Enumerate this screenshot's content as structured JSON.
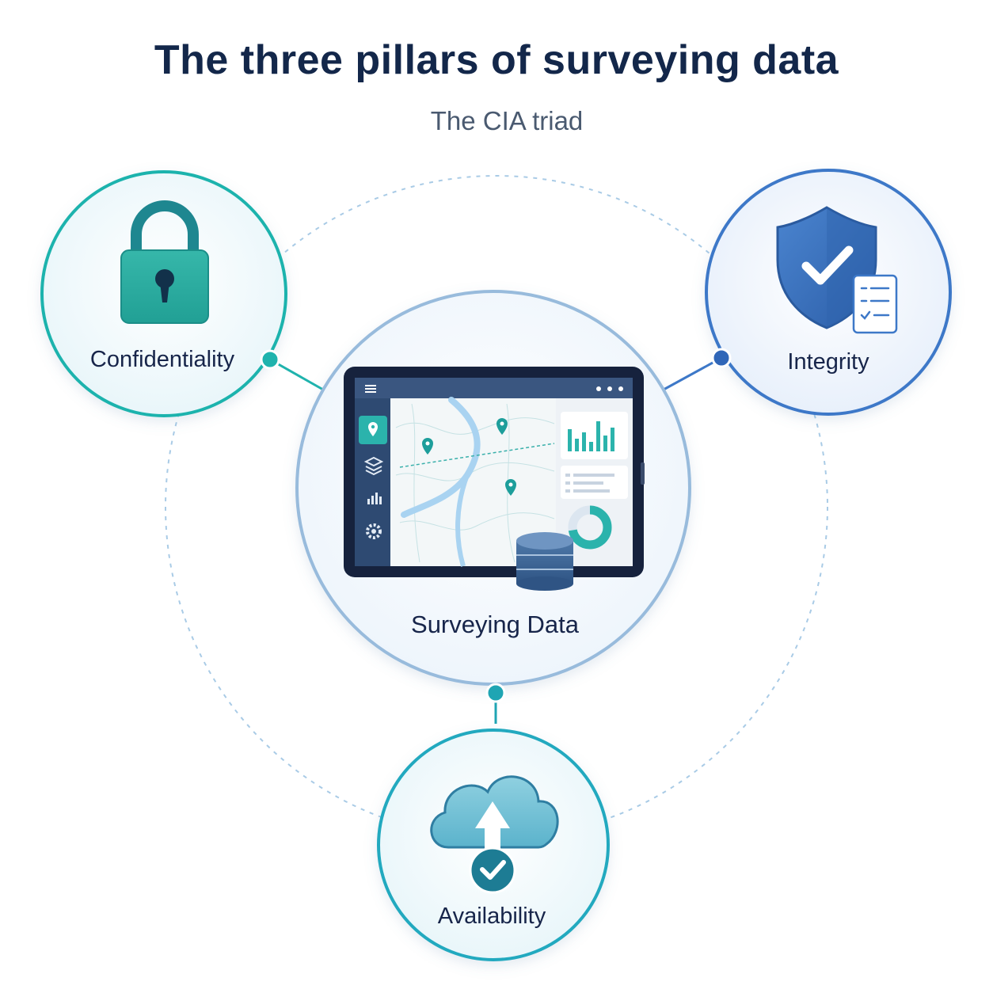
{
  "title": "The three pillars of surveying data",
  "subtitle": "The CIA triad",
  "center": {
    "label": "Surveying Data",
    "icon": "tablet-map-dashboard-icon"
  },
  "pillars": [
    {
      "label": "Confidentiality",
      "icon": "padlock-icon",
      "color": "#1fb3ad"
    },
    {
      "label": "Integrity",
      "icon": "shield-check-icon",
      "color": "#3d78c8"
    },
    {
      "label": "Availability",
      "icon": "cloud-upload-check-icon",
      "color": "#20a9bf"
    }
  ],
  "colors": {
    "title": "#13274a",
    "teal": "#1fb3ad",
    "blue": "#3d78c8",
    "ring": "#a9c9e6",
    "center_ring": "#95b8da"
  }
}
